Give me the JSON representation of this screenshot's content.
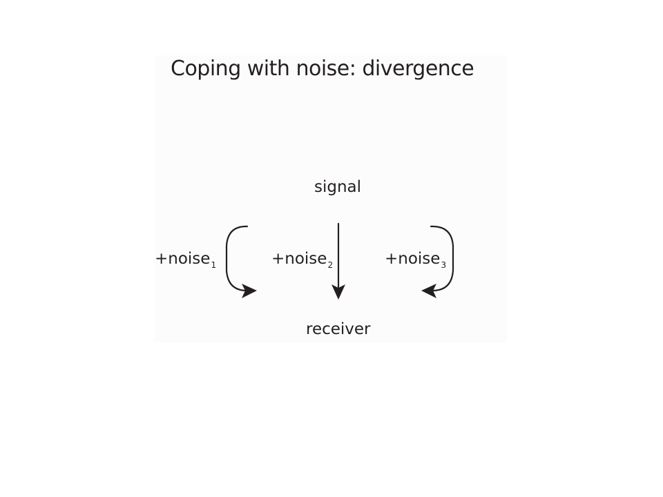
{
  "title": "Coping with noise:  divergence",
  "nodes": {
    "source": "signal",
    "target": "receiver"
  },
  "noise_paths": [
    {
      "label": "+noise",
      "index": "1"
    },
    {
      "label": "+noise",
      "index": "2"
    },
    {
      "label": "+noise",
      "index": "3"
    }
  ],
  "colors": {
    "ink": "#231f20",
    "panel": "#fcfcfc",
    "background": "#ffffff"
  }
}
